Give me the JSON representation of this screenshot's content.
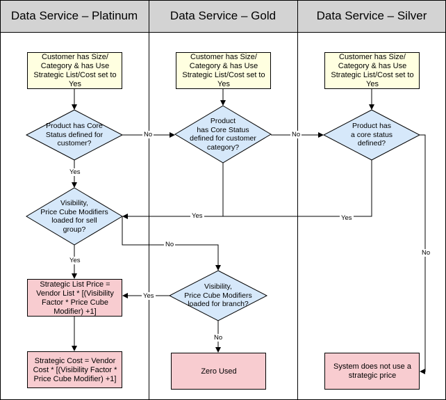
{
  "lanes": [
    {
      "title": "Data Service – Platinum"
    },
    {
      "title": "Data Service – Gold"
    },
    {
      "title": "Data Service – Silver"
    }
  ],
  "nodes": {
    "start_platinum": "Customer has Size/\nCategory & has Use\nStrategic List/Cost set to\nYes",
    "start_gold": "Customer has Size/\nCategory & has Use\nStrategic List/Cost set to\nYes",
    "start_silver": "Customer has Size/\nCategory & has Use\nStrategic List/Cost set to\nYes",
    "decision_core_platinum": "Product has Core\nStatus defined for\ncustomer?",
    "decision_core_gold": "Product\nhas Core Status\ndefined for customer\ncategory?",
    "decision_core_silver": "Product has\na core status\ndefined?",
    "decision_visibility_sell": "Visibility,\nPrice Cube Modifiers\nloaded for sell\ngroup?",
    "decision_visibility_branch": "Visibility,\nPrice Cube Modifiers\nloaded for branch?",
    "strategic_list_price": "Strategic List Price =\nVendor List * [(Visibility\nFactor * Price Cube\nModifier) +1]",
    "strategic_cost": "Strategic Cost = Vendor\nCost * [(Visibility Factor *\nPrice Cube Modifier) +1]",
    "zero_used": "Zero Used",
    "no_strategic_price": "System does not use a\nstrategic price"
  },
  "edge_labels": {
    "no_1": "No",
    "no_2": "No",
    "yes_1": "Yes",
    "yes_gold": "Yes",
    "yes_silver": "Yes",
    "no_sell": "No",
    "yes_sell": "Yes",
    "yes_branch": "Yes",
    "no_branch": "No",
    "no_silver": "No"
  },
  "colors": {
    "start_fill": "#FFFFE0",
    "decision_fill": "#D6E8FA",
    "result_fill": "#F8CCD0",
    "header_fill": "#D3D3D3",
    "line": "#000000"
  }
}
